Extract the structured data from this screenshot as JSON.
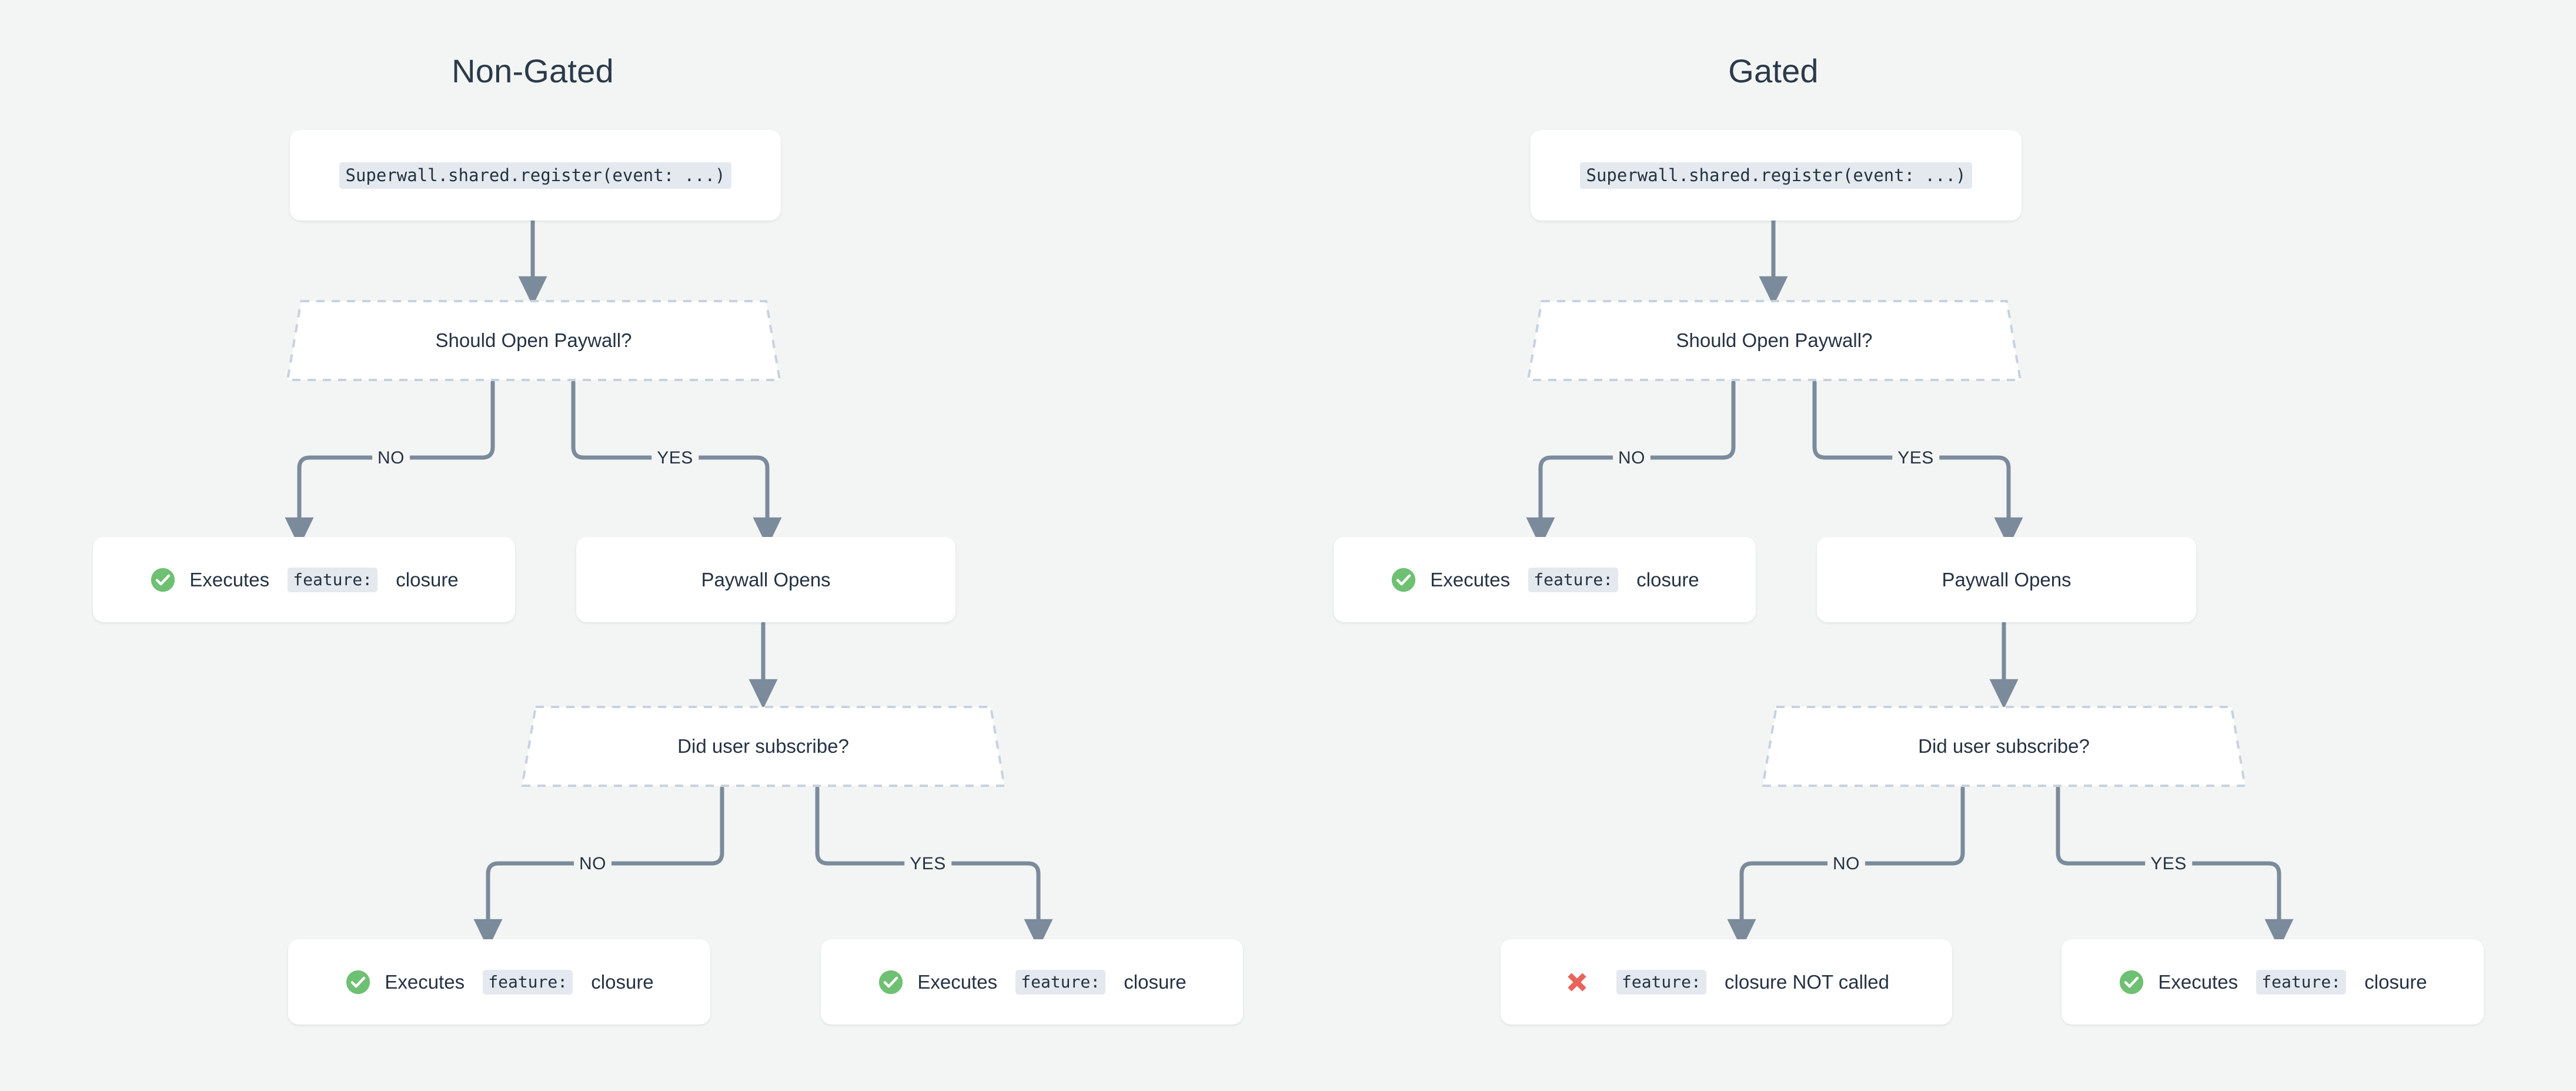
{
  "canvas": {
    "background": "#f3f5f4",
    "wire_color": "#7b8b9c",
    "dash_color": "#c7d2de",
    "text_color": "#253243",
    "chip_bg": "#e3e9ef",
    "ok_color": "#6ec072",
    "error_color": "#e8635a",
    "node_bg": "#ffffff"
  },
  "columns": [
    {
      "id": "non-gated",
      "title": "Non-Gated",
      "nodes": {
        "register": {
          "code": "Superwall.shared.register(event: ...)"
        },
        "decision_paywall": {
          "label": "Should Open Paywall?"
        },
        "no_branch": {
          "icon": "check-circle-icon",
          "prefix": "Executes ",
          "code": "feature:",
          "suffix": " closure"
        },
        "paywall_opens": {
          "label": "Paywall Opens"
        },
        "decision_subscribe": {
          "label": "Did user subscribe?"
        },
        "subscribe_no": {
          "icon": "check-circle-icon",
          "prefix": "Executes ",
          "code": "feature:",
          "suffix": " closure"
        },
        "subscribe_yes": {
          "icon": "check-circle-icon",
          "prefix": "Executes ",
          "code": "feature:",
          "suffix": " closure"
        }
      },
      "edges": {
        "no": "NO",
        "yes": "YES",
        "sub_no": "NO",
        "sub_yes": "YES"
      }
    },
    {
      "id": "gated",
      "title": "Gated",
      "nodes": {
        "register": {
          "code": "Superwall.shared.register(event: ...)"
        },
        "decision_paywall": {
          "label": "Should Open Paywall?"
        },
        "no_branch": {
          "icon": "check-circle-icon",
          "prefix": "Executes ",
          "code": "feature:",
          "suffix": " closure"
        },
        "paywall_opens": {
          "label": "Paywall Opens"
        },
        "decision_subscribe": {
          "label": "Did user subscribe?"
        },
        "subscribe_no": {
          "icon": "cross-icon",
          "prefix": "",
          "code": "feature:",
          "suffix": " closure NOT called"
        },
        "subscribe_yes": {
          "icon": "check-circle-icon",
          "prefix": "Executes ",
          "code": "feature:",
          "suffix": " closure"
        }
      },
      "edges": {
        "no": "NO",
        "yes": "YES",
        "sub_no": "NO",
        "sub_yes": "YES"
      }
    }
  ]
}
